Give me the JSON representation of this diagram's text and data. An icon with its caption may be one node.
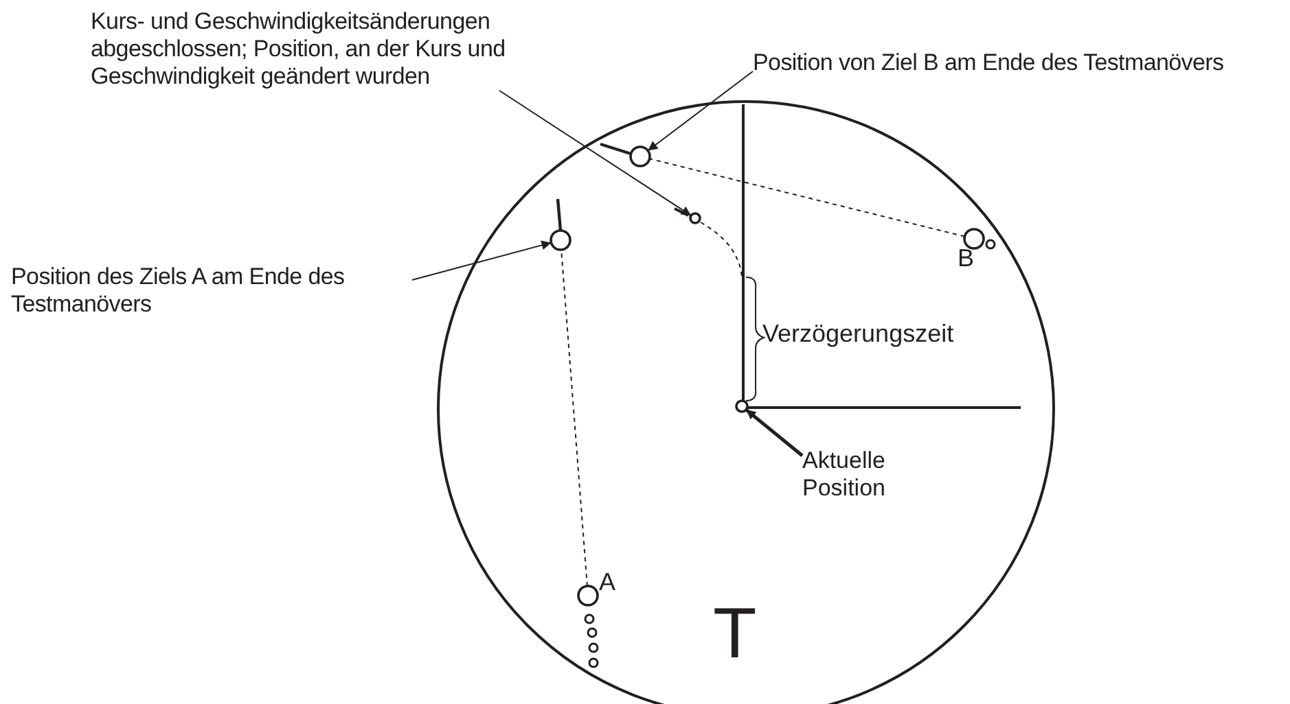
{
  "diagram": {
    "nodes": [
      {
        "text": [
          "Kurs- und Geschwindigkeitsänderungen abgeschlossen; Position, an der Kurs und Geschwindigkeit geändert wurden"
        ]
      },
      {
        "text": [],
        "shape": "circle"
      },
      {
        "text": [
          "Position von Ziel B am Ende des Testmanövers"
        ]
      },
      {
        "text": [],
        "shape": "circle"
      },
      {
        "text": [
          "Position des Ziels A am Ende des Testmanövers"
        ]
      },
      {
        "text": [],
        "shape": "circle"
      },
      {
        "text": [
          "Aktuelle Position"
        ]
      },
      {
        "text": [],
        "shape": "circle"
      },
      {
        "text": [],
        "shape": "circle",
        "beside": [
          "A"
        ]
      },
      {
        "text": [],
        "shape": "circle",
        "beside": [
          "B"
        ]
      }
    ],
    "edges": [
      {
        "from": 0,
        "to": 1,
        "arrow": "to"
      },
      {
        "from": 2,
        "to": 3,
        "arrow": "to"
      },
      {
        "from": 4,
        "to": 5,
        "arrow": "to"
      },
      {
        "from": 6,
        "to": 7,
        "arrow": "to",
        "style": "thick"
      },
      {
        "from": 8,
        "to": 5,
        "arrow": "none",
        "style": "dashed"
      },
      {
        "from": 9,
        "to": 3,
        "arrow": "none",
        "style": "dashed"
      }
    ],
    "labels": [
      "Verzögerungszeit",
      "T"
    ]
  }
}
